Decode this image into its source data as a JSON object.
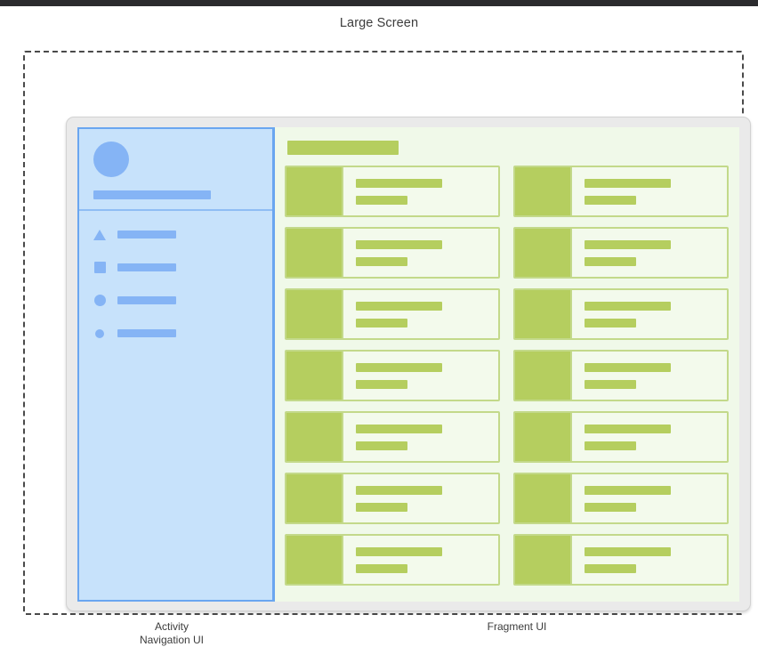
{
  "title": "Large Screen",
  "captions": {
    "activity": "Activity\nNavigation UI",
    "activity_line1": "Activity",
    "activity_line2": "Navigation UI",
    "fragment": "Fragment UI"
  },
  "colors": {
    "top_bar": "#2b2b2e",
    "boundary_dashed": "#4a4a4a",
    "device_frame": "#eaeaea",
    "nav_background": "#c7e2fb",
    "nav_border": "#6aa6f0",
    "nav_divider": "#8fbdf4",
    "nav_accent": "#85b4f5",
    "content_background": "#f0f9e9",
    "card_fill": "#f3faec",
    "card_border": "#c3d98a",
    "content_accent": "#b5ce5f",
    "text": "#3c3c3c"
  },
  "nav": {
    "avatar": "avatar-circle",
    "title_bar": "nav-title-placeholder",
    "items": [
      {
        "icon": "triangle-icon",
        "label": "nav-label-placeholder-1"
      },
      {
        "icon": "square-icon",
        "label": "nav-label-placeholder-2"
      },
      {
        "icon": "circle-icon",
        "label": "nav-label-placeholder-3"
      },
      {
        "icon": "circle-small-icon",
        "label": "nav-label-placeholder-4"
      }
    ]
  },
  "content": {
    "header_bar": "content-title-placeholder",
    "columns": 2,
    "cards": [
      {
        "thumb": "thumbnail-placeholder",
        "line_wide": "card-title-placeholder",
        "line_narrow": "card-subtitle-placeholder"
      },
      {
        "thumb": "thumbnail-placeholder",
        "line_wide": "card-title-placeholder",
        "line_narrow": "card-subtitle-placeholder"
      },
      {
        "thumb": "thumbnail-placeholder",
        "line_wide": "card-title-placeholder",
        "line_narrow": "card-subtitle-placeholder"
      },
      {
        "thumb": "thumbnail-placeholder",
        "line_wide": "card-title-placeholder",
        "line_narrow": "card-subtitle-placeholder"
      },
      {
        "thumb": "thumbnail-placeholder",
        "line_wide": "card-title-placeholder",
        "line_narrow": "card-subtitle-placeholder"
      },
      {
        "thumb": "thumbnail-placeholder",
        "line_wide": "card-title-placeholder",
        "line_narrow": "card-subtitle-placeholder"
      },
      {
        "thumb": "thumbnail-placeholder",
        "line_wide": "card-title-placeholder",
        "line_narrow": "card-subtitle-placeholder"
      },
      {
        "thumb": "thumbnail-placeholder",
        "line_wide": "card-title-placeholder",
        "line_narrow": "card-subtitle-placeholder"
      },
      {
        "thumb": "thumbnail-placeholder",
        "line_wide": "card-title-placeholder",
        "line_narrow": "card-subtitle-placeholder"
      },
      {
        "thumb": "thumbnail-placeholder",
        "line_wide": "card-title-placeholder",
        "line_narrow": "card-subtitle-placeholder"
      },
      {
        "thumb": "thumbnail-placeholder",
        "line_wide": "card-title-placeholder",
        "line_narrow": "card-subtitle-placeholder"
      },
      {
        "thumb": "thumbnail-placeholder",
        "line_wide": "card-title-placeholder",
        "line_narrow": "card-subtitle-placeholder"
      },
      {
        "thumb": "thumbnail-placeholder",
        "line_wide": "card-title-placeholder",
        "line_narrow": "card-subtitle-placeholder"
      },
      {
        "thumb": "thumbnail-placeholder",
        "line_wide": "card-title-placeholder",
        "line_narrow": "card-subtitle-placeholder"
      }
    ]
  }
}
